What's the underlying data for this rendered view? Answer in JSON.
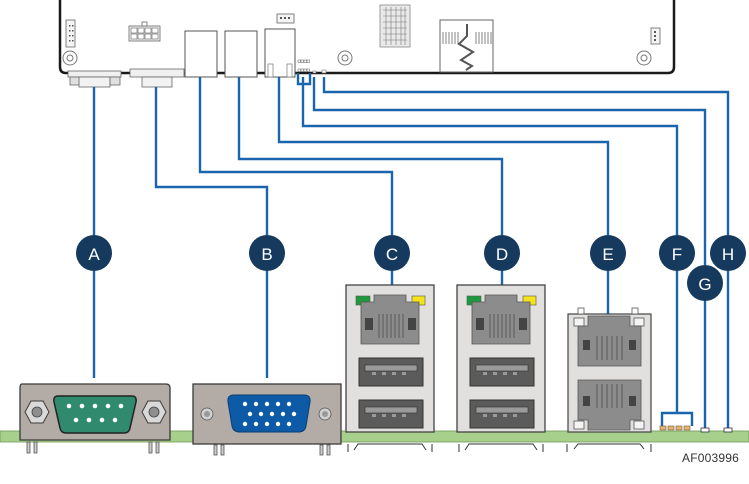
{
  "figure_id": "AF003996",
  "colors": {
    "leader_line": "#1a65ad",
    "callout_fill": "#163a5e",
    "callout_text": "#ffffff",
    "board_outline": "#1a1a1a",
    "pcb_green": "#a8d08d",
    "connector_gray": "#b3aca6",
    "serial_green": "#2f8a6e",
    "vga_blue": "#0d5aa7",
    "led_green": "#1e9a3c",
    "led_yellow": "#f4e21a",
    "led_tan": "#e3b57a"
  },
  "callouts": [
    {
      "letter": "A",
      "component": "serial-port"
    },
    {
      "letter": "B",
      "component": "video-port"
    },
    {
      "letter": "C",
      "component": "rj45-usb-stack-1"
    },
    {
      "letter": "D",
      "component": "rj45-usb-stack-2"
    },
    {
      "letter": "E",
      "component": "dual-rj45"
    },
    {
      "letter": "F",
      "component": "diagnostic-leds"
    },
    {
      "letter": "G",
      "component": "status-led"
    },
    {
      "letter": "H",
      "component": "id-led"
    }
  ]
}
